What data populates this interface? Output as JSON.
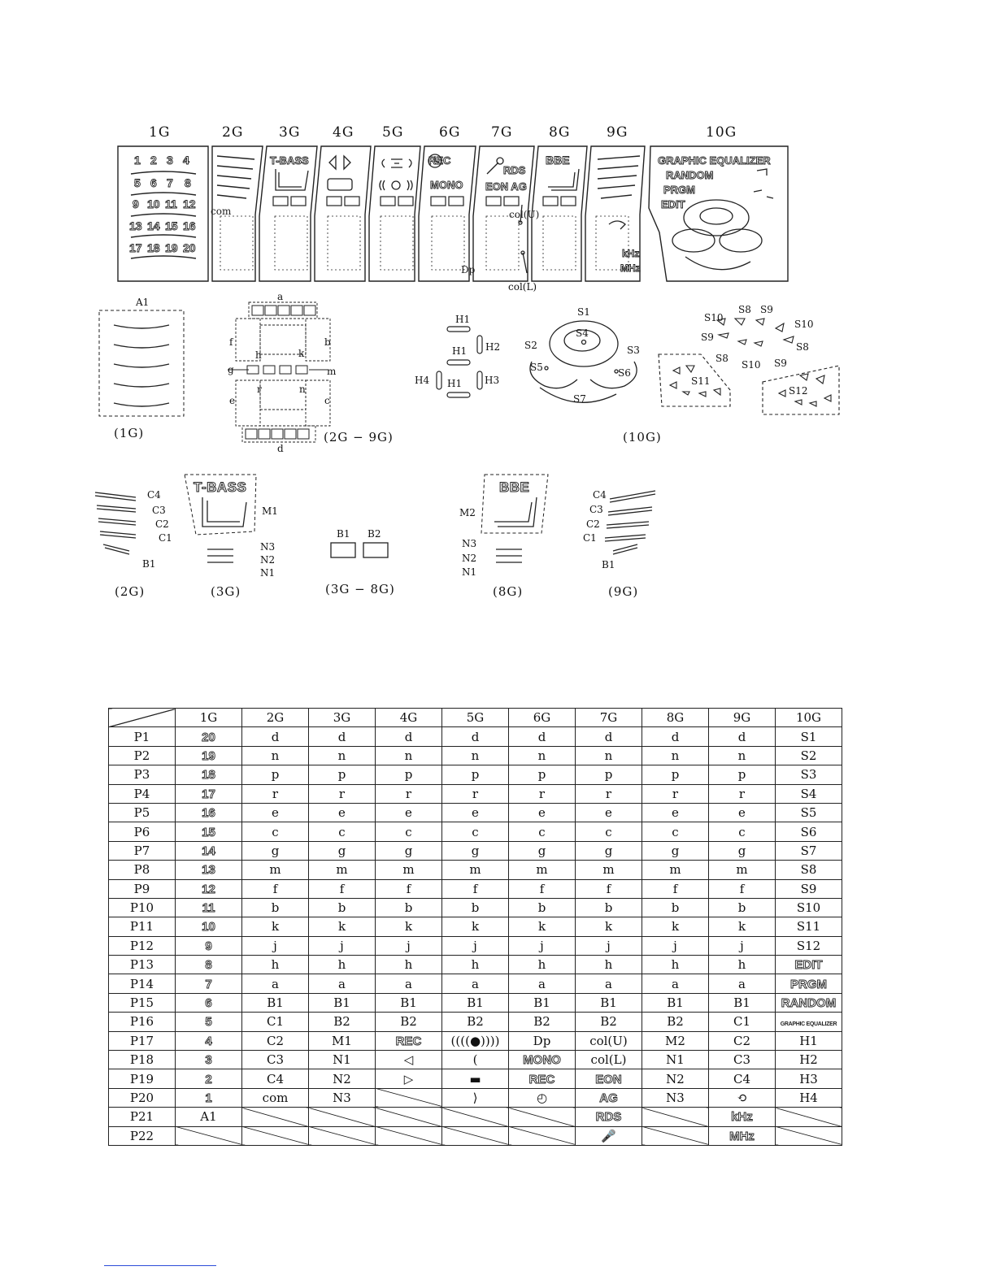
{
  "grid_labels": [
    "1G",
    "2G",
    "3G",
    "4G",
    "5G",
    "6G",
    "7G",
    "8G",
    "9G",
    "10G"
  ],
  "display": {
    "g1_numbers": [
      [
        "1",
        "2",
        "3",
        "4"
      ],
      [
        "5",
        "6",
        "7",
        "8"
      ],
      [
        "9",
        "10",
        "11",
        "12"
      ],
      [
        "13",
        "14",
        "15",
        "16"
      ],
      [
        "17",
        "18",
        "19",
        "20"
      ]
    ],
    "com": "com",
    "tbass": "T-BASS",
    "rec": "REC",
    "rec6": "REC",
    "mono": "MONO",
    "rds": "RDS",
    "eon_ag": "EON AG",
    "bbe": "BBE",
    "graphic_eq": "GRAPHIC EQUALIZER",
    "random": "RANDOM",
    "prgm": "PRGM",
    "edit": "EDIT",
    "colu": "col(U)",
    "coll": "col(L)",
    "dp": "Dp",
    "khz": "kHz",
    "mhz": "MHz"
  },
  "details": {
    "a1": "A1",
    "cap_1g": "(1G)",
    "seg_a": "a",
    "seg_b": "b",
    "seg_c": "c",
    "seg_d": "d",
    "seg_e": "e",
    "seg_f": "f",
    "seg_g": "g",
    "seg_m": "m",
    "seg_h": "h",
    "seg_k": "k",
    "seg_r": "r",
    "seg_n": "n",
    "cap_2g9g": "(2G − 9G)",
    "h1a": "H1",
    "h1b": "H1",
    "h1c": "H1",
    "h2": "H2",
    "h3": "H3",
    "h4": "H4",
    "s1": "S1",
    "s2": "S2",
    "s3": "S3",
    "s4": "S4",
    "s5": "S5",
    "s6": "S6",
    "s7": "S7",
    "s8a": "S8",
    "s8b": "S8",
    "s8c": "S8",
    "s9a": "S9",
    "s9b": "S9",
    "s9c": "S9",
    "s10a": "S10",
    "s10b": "S10",
    "s10c": "S10",
    "s11": "S11",
    "s12": "S12",
    "cap_10g": "(10G)",
    "c4": "C4",
    "c3": "C3",
    "c2": "C2",
    "c1": "C1",
    "b1": "B1",
    "cap_2g": "(2G)",
    "tbass": "T-BASS",
    "m1": "M1",
    "n3": "N3",
    "n2": "N2",
    "n1": "N1",
    "cap_3g": "(3G)",
    "b1b": "B1",
    "b2": "B2",
    "cap_3g8g": "(3G − 8G)",
    "bbe": "BBE",
    "m2": "M2",
    "n3b": "N3",
    "n2b": "N2",
    "n1b": "N1",
    "cap_8g": "(8G)",
    "c4b": "C4",
    "c3b": "C3",
    "c2b": "C2",
    "c1b": "C1",
    "b1c": "B1",
    "cap_9g": "(9G)"
  },
  "table": {
    "headers": [
      "1G",
      "2G",
      "3G",
      "4G",
      "5G",
      "6G",
      "7G",
      "8G",
      "9G",
      "10G"
    ],
    "rows": [
      {
        "pin": "P1",
        "cells": [
          "20",
          "d",
          "d",
          "d",
          "d",
          "d",
          "d",
          "d",
          "d",
          "S1"
        ]
      },
      {
        "pin": "P2",
        "cells": [
          "19",
          "n",
          "n",
          "n",
          "n",
          "n",
          "n",
          "n",
          "n",
          "S2"
        ]
      },
      {
        "pin": "P3",
        "cells": [
          "18",
          "p",
          "p",
          "p",
          "p",
          "p",
          "p",
          "p",
          "p",
          "S3"
        ]
      },
      {
        "pin": "P4",
        "cells": [
          "17",
          "r",
          "r",
          "r",
          "r",
          "r",
          "r",
          "r",
          "r",
          "S4"
        ]
      },
      {
        "pin": "P5",
        "cells": [
          "16",
          "e",
          "e",
          "e",
          "e",
          "e",
          "e",
          "e",
          "e",
          "S5"
        ]
      },
      {
        "pin": "P6",
        "cells": [
          "15",
          "c",
          "c",
          "c",
          "c",
          "c",
          "c",
          "c",
          "c",
          "S6"
        ]
      },
      {
        "pin": "P7",
        "cells": [
          "14",
          "g",
          "g",
          "g",
          "g",
          "g",
          "g",
          "g",
          "g",
          "S7"
        ]
      },
      {
        "pin": "P8",
        "cells": [
          "13",
          "m",
          "m",
          "m",
          "m",
          "m",
          "m",
          "m",
          "m",
          "S8"
        ]
      },
      {
        "pin": "P9",
        "cells": [
          "12",
          "f",
          "f",
          "f",
          "f",
          "f",
          "f",
          "f",
          "f",
          "S9"
        ]
      },
      {
        "pin": "P10",
        "cells": [
          "11",
          "b",
          "b",
          "b",
          "b",
          "b",
          "b",
          "b",
          "b",
          "S10"
        ]
      },
      {
        "pin": "P11",
        "cells": [
          "10",
          "k",
          "k",
          "k",
          "k",
          "k",
          "k",
          "k",
          "k",
          "S11"
        ]
      },
      {
        "pin": "P12",
        "cells": [
          "9",
          "j",
          "j",
          "j",
          "j",
          "j",
          "j",
          "j",
          "j",
          "S12"
        ]
      },
      {
        "pin": "P13",
        "cells": [
          "8",
          "h",
          "h",
          "h",
          "h",
          "h",
          "h",
          "h",
          "h",
          "EDIT"
        ]
      },
      {
        "pin": "P14",
        "cells": [
          "7",
          "a",
          "a",
          "a",
          "a",
          "a",
          "a",
          "a",
          "a",
          "PRGM"
        ]
      },
      {
        "pin": "P15",
        "cells": [
          "6",
          "B1",
          "B1",
          "B1",
          "B1",
          "B1",
          "B1",
          "B1",
          "B1",
          "RANDOM"
        ]
      },
      {
        "pin": "P16",
        "cells": [
          "5",
          "C1",
          "B2",
          "B2",
          "B2",
          "B2",
          "B2",
          "B2",
          "C1",
          "GRAPHIC EQUALIZER"
        ]
      },
      {
        "pin": "P17",
        "cells": [
          "4",
          "C2",
          "M1",
          "REC",
          "((((●))))",
          "Dp",
          "col(U)",
          "M2",
          "C2",
          "H1"
        ]
      },
      {
        "pin": "P18",
        "cells": [
          "3",
          "C3",
          "N1",
          "◁",
          "(",
          "MONO",
          "col(L)",
          "N1",
          "C3",
          "H2"
        ]
      },
      {
        "pin": "P19",
        "cells": [
          "2",
          "C4",
          "N2",
          "▷",
          "▬",
          "REC",
          "EON",
          "N2",
          "C4",
          "H3"
        ]
      },
      {
        "pin": "P20",
        "cells": [
          "1",
          "com",
          "N3",
          "",
          "⟩",
          "◴",
          "AG",
          "N3",
          "⟲",
          "H4"
        ]
      },
      {
        "pin": "P21",
        "cells": [
          "A1",
          "",
          "",
          "",
          "",
          "",
          "RDS",
          "",
          "kHz",
          ""
        ]
      },
      {
        "pin": "P22",
        "cells": [
          "",
          "",
          "",
          "",
          "",
          "",
          "🎤",
          "",
          "MHz",
          ""
        ]
      }
    ]
  }
}
